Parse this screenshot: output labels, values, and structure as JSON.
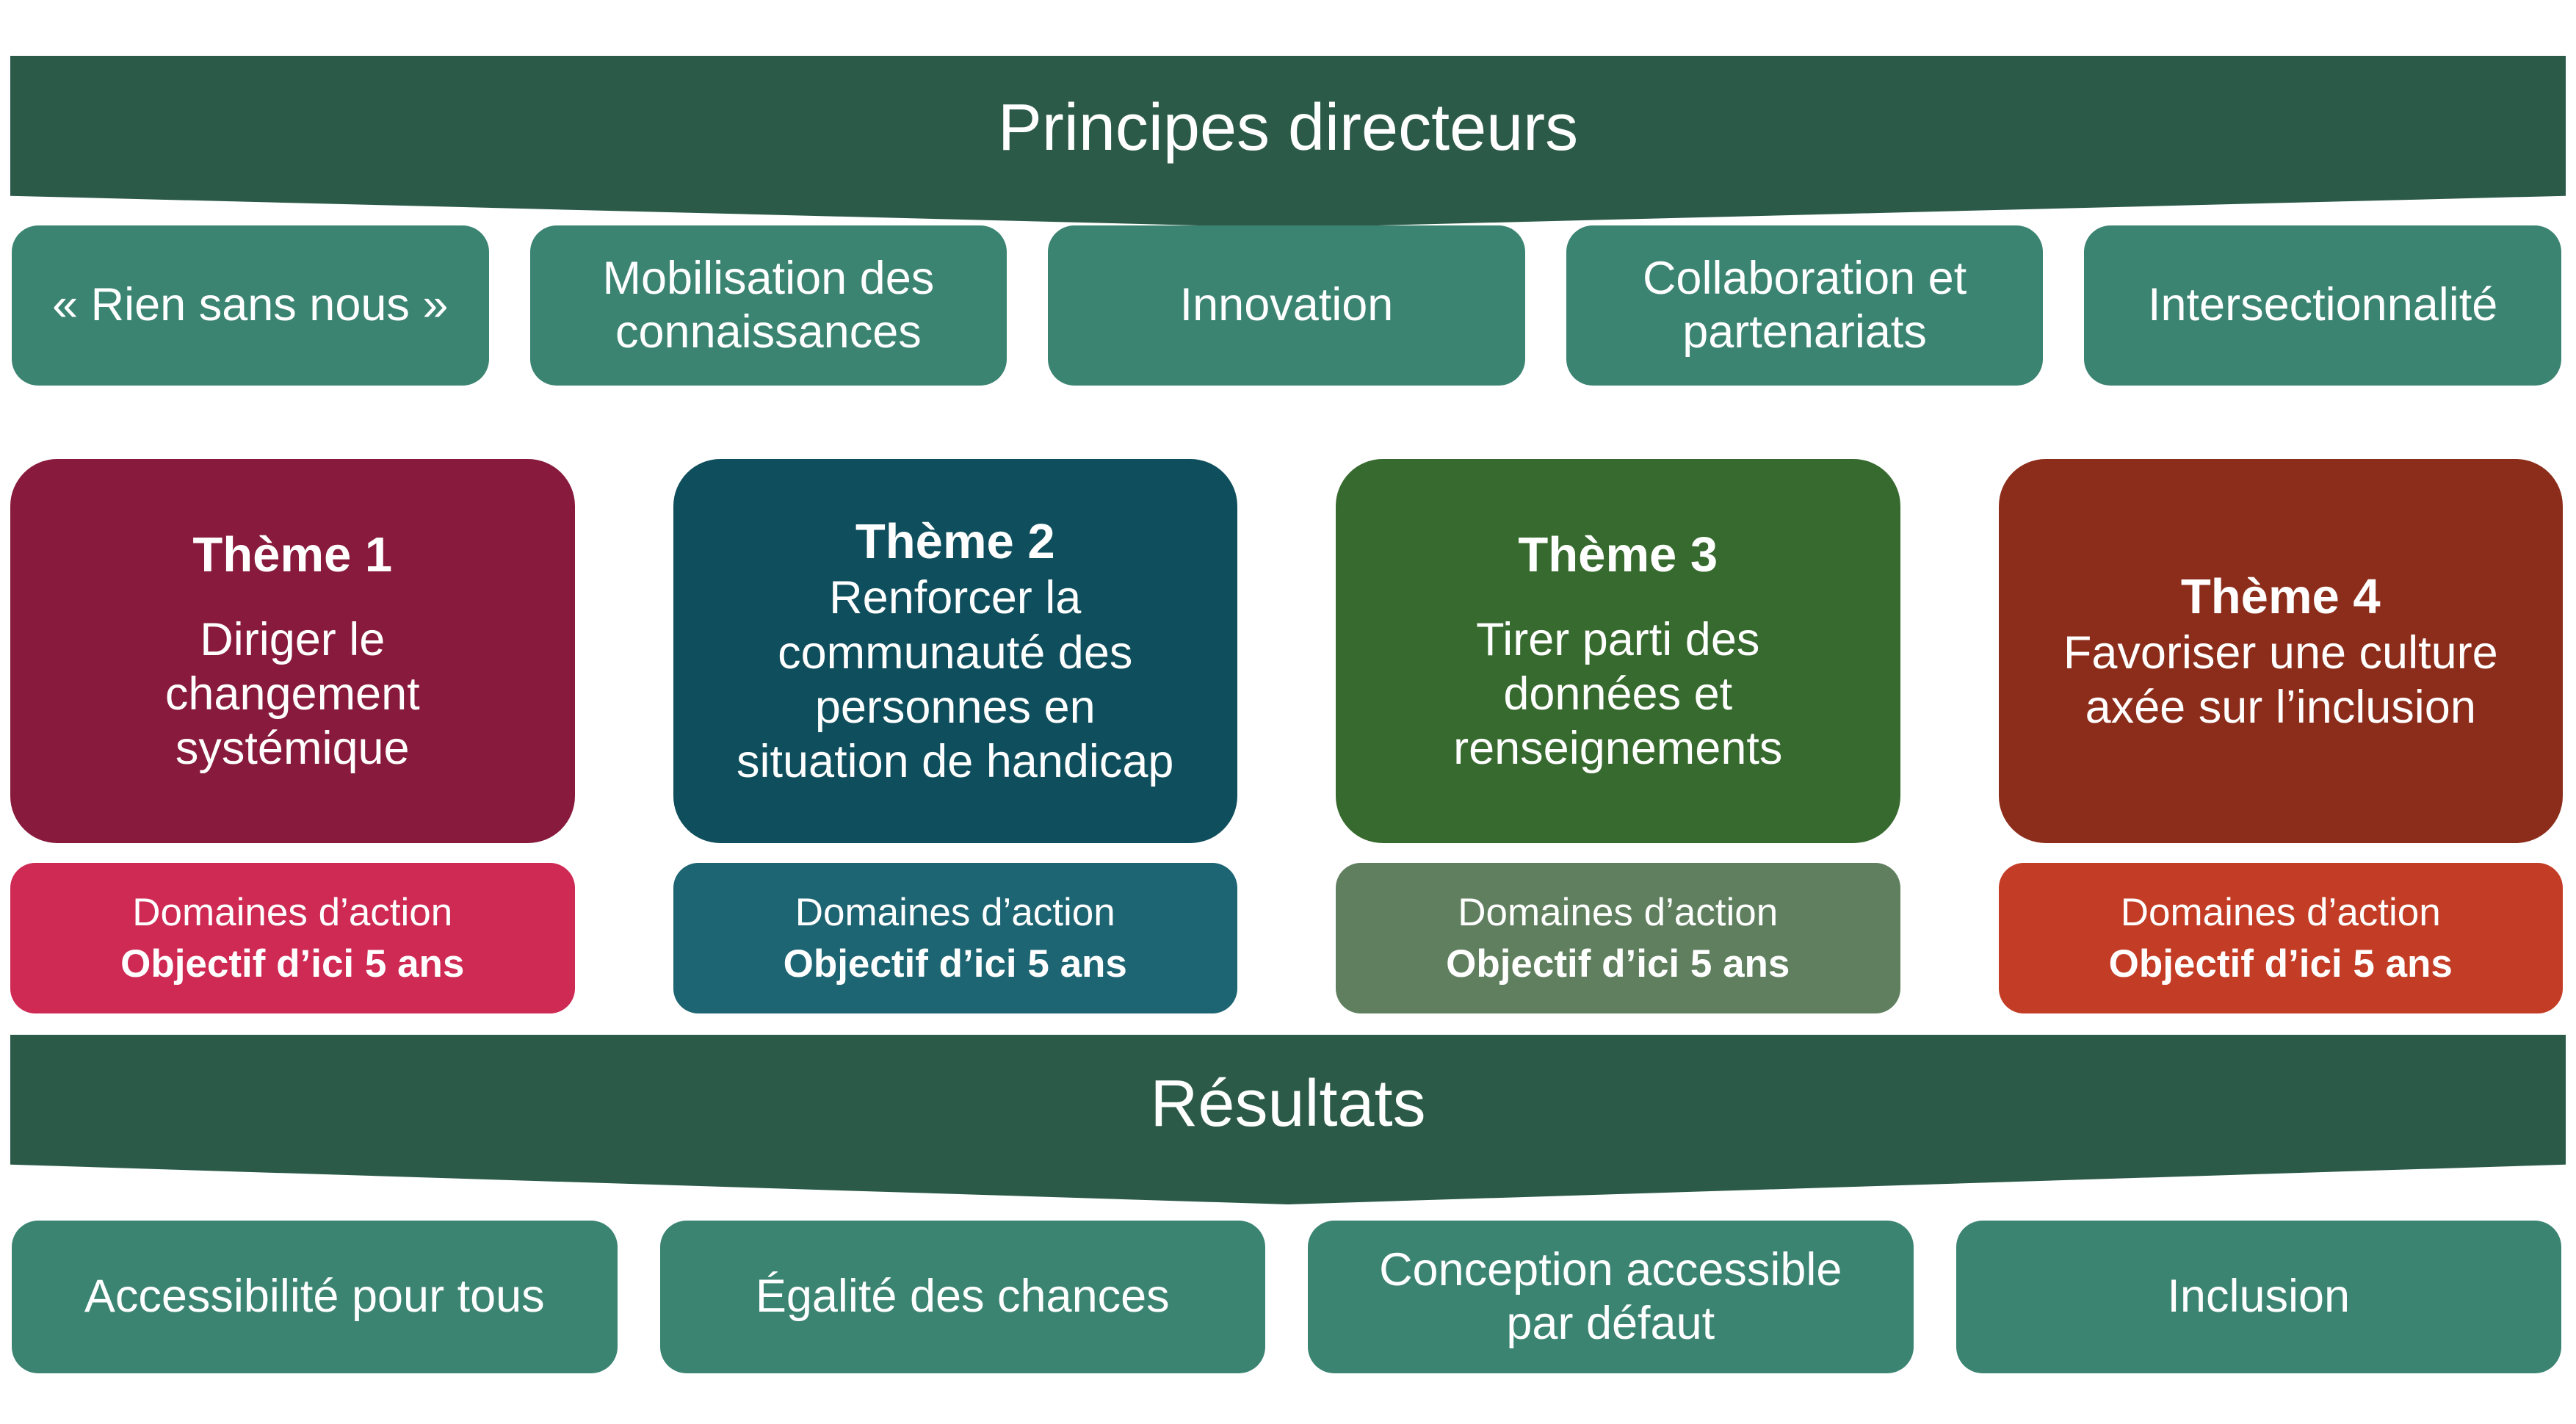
{
  "banners": {
    "principles": {
      "label": "Principes directeurs",
      "color": "#2c5a49",
      "text_color": "#ffffff"
    },
    "results": {
      "label": "Résultats",
      "color": "#2c5a49",
      "text_color": "#ffffff"
    }
  },
  "principles": {
    "box_color": "#3c8472",
    "items": [
      {
        "lines": [
          "« Rien sans nous »"
        ]
      },
      {
        "lines": [
          "Mobilisation des",
          "connaissances"
        ]
      },
      {
        "lines": [
          "Innovation"
        ]
      },
      {
        "lines": [
          "Collaboration et",
          "partenariats"
        ]
      },
      {
        "lines": [
          "Intersectionnalité"
        ]
      }
    ]
  },
  "themes": {
    "action_label": "Domaines d’action",
    "objective_label": "Objectif d’ici 5 ans",
    "items": [
      {
        "title": "Thème 1",
        "description_lines": [
          "Diriger le",
          "changement",
          "systémique"
        ],
        "color": "#881b3d",
        "action_color": "#ce2a53"
      },
      {
        "title": "Thème 2",
        "description_lines": [
          "Renforcer la",
          "communauté des",
          "personnes en",
          "situation de handicap"
        ],
        "color": "#0f4e5c",
        "action_color": "#1e6573"
      },
      {
        "title": "Thème 3",
        "description_lines": [
          "Tirer parti des",
          "données et",
          "renseignements"
        ],
        "color": "#376a2e",
        "action_color": "#5f7f5e"
      },
      {
        "title": "Thème 4",
        "description_lines": [
          "Favoriser une culture",
          "axée sur l’inclusion"
        ],
        "color": "#8c2d1b",
        "action_color": "#c33c25"
      }
    ]
  },
  "results": {
    "box_color": "#3c8472",
    "items": [
      {
        "lines": [
          "Accessibilité pour tous"
        ]
      },
      {
        "lines": [
          "Égalité des chances"
        ]
      },
      {
        "lines": [
          "Conception accessible",
          "par défaut"
        ]
      },
      {
        "lines": [
          "Inclusion"
        ]
      }
    ]
  }
}
